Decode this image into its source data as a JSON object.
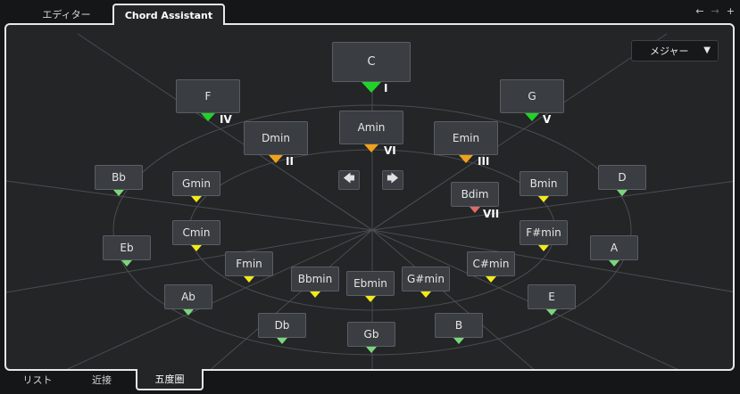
{
  "top_tabs": [
    {
      "label": "エディター",
      "active": false
    },
    {
      "label": "Chord Assistant",
      "active": true
    }
  ],
  "nav": {
    "back_icon": "←",
    "forward_icon": "→",
    "add_icon": "+"
  },
  "mode_select": {
    "value": "メジャー",
    "caret": "▼"
  },
  "center_chord": {
    "label": "C",
    "degree": "I"
  },
  "arrows": {
    "left": "🡄",
    "right": "🡆"
  },
  "outer_chords": [
    "F",
    "G",
    "Bb",
    "D",
    "Eb",
    "A",
    "Ab",
    "E",
    "Db",
    "B",
    "Gb"
  ],
  "degrees": {
    "IV": "IV",
    "V": "V",
    "II": "II",
    "VI": "VI",
    "III": "III",
    "VII": "VII"
  },
  "chords": {
    "F": "F",
    "G": "G",
    "Dmin": "Dmin",
    "Amin": "Amin",
    "Emin": "Emin",
    "Bb": "Bb",
    "D": "D",
    "Gmin": "Gmin",
    "Bmin": "Bmin",
    "Bdim": "Bdim",
    "Eb": "Eb",
    "A": "A",
    "Cmin": "Cmin",
    "Fsmin": "F#min",
    "Fmin": "Fmin",
    "Csmin": "C#min",
    "Bbmin": "Bbmin",
    "Ebmin": "Ebmin",
    "Gsmin": "G#min",
    "Ab": "Ab",
    "E": "E",
    "Db": "Db",
    "B": "B",
    "Gb": "Gb"
  },
  "bottom_tabs": [
    {
      "label": "リスト",
      "active": false
    },
    {
      "label": "近接",
      "active": false
    },
    {
      "label": "五度圏",
      "active": true
    }
  ],
  "colors": {
    "green_major": "#22d22a",
    "light_green": "#7ad67a",
    "orange": "#f0a21a",
    "yellow": "#f2ea1a",
    "red": "#e06a6a"
  }
}
